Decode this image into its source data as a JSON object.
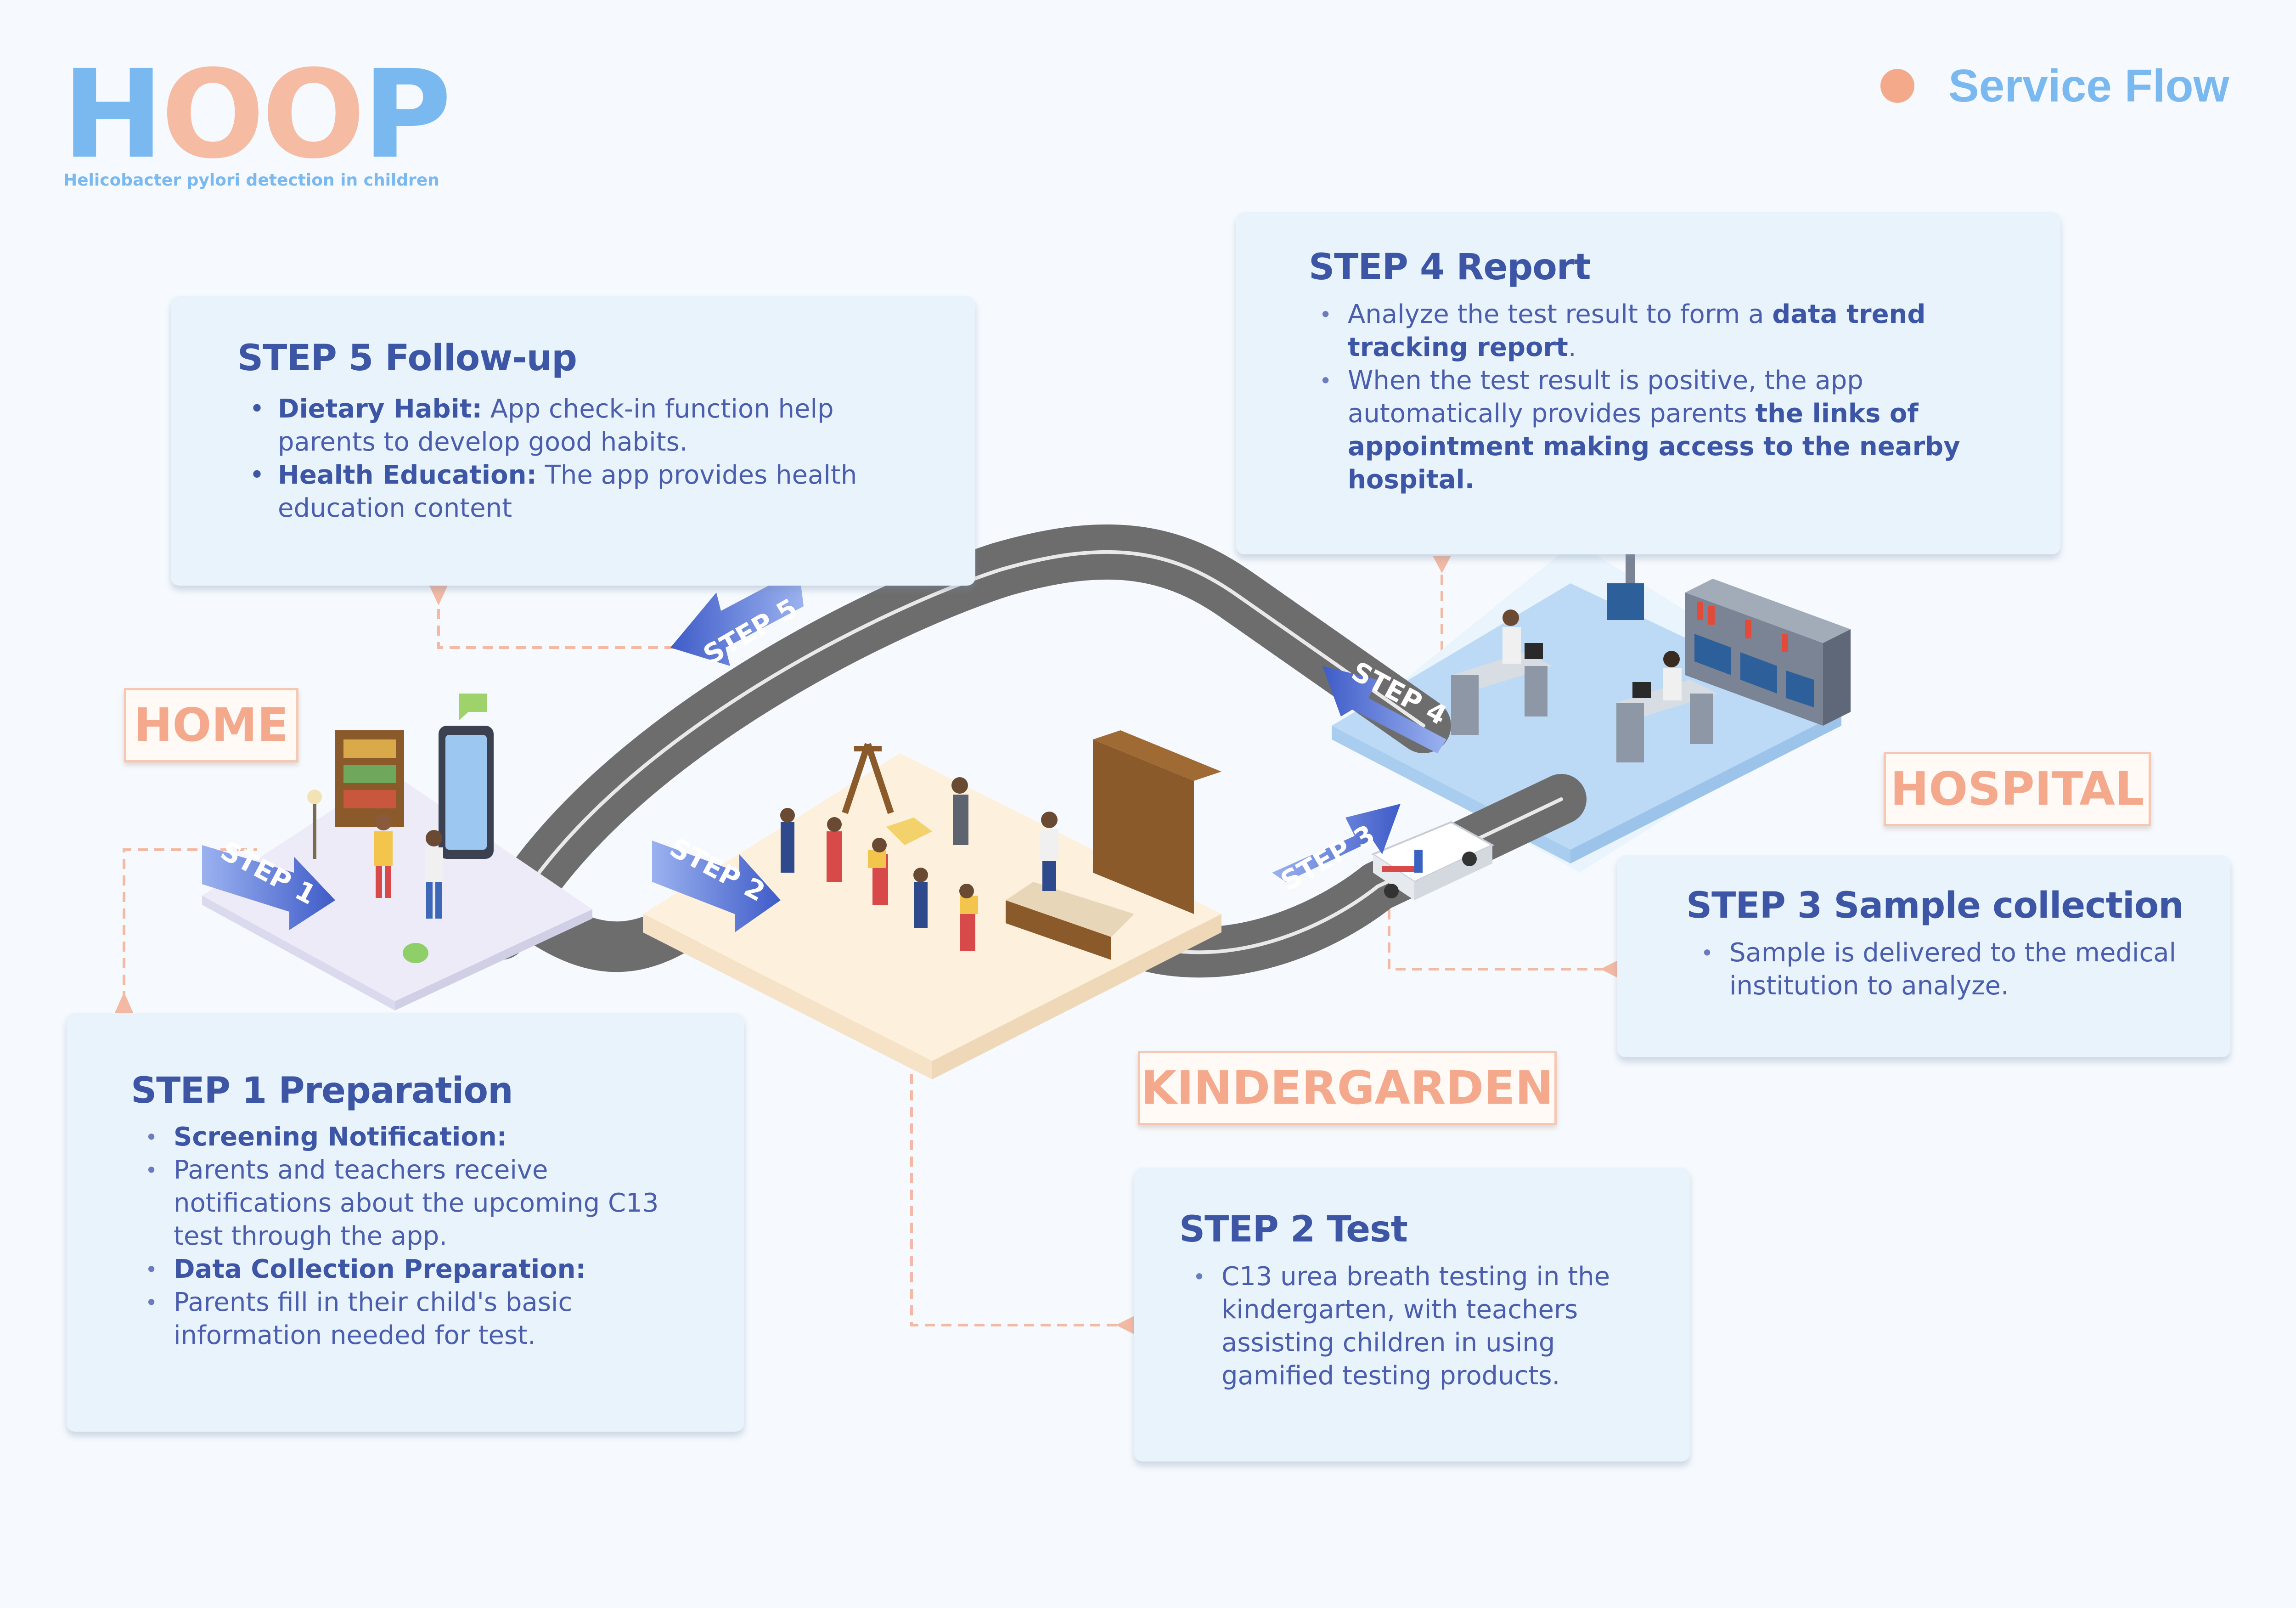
{
  "brand": {
    "logo_part1": "H",
    "logo_part2": "OO",
    "logo_part3": "P",
    "subtitle": "Helicobacter pylori detection in children"
  },
  "header": {
    "label": "Service Flow"
  },
  "locations": {
    "home": "HOME",
    "kindergarden": "KINDERGARDEN",
    "hospital": "HOSPITAL"
  },
  "road_arrows": {
    "step1": "STEP 1",
    "step2": "STEP 2",
    "step3": "STEP 3",
    "step4": "STEP 4",
    "step5": "STEP 5"
  },
  "steps": {
    "step1": {
      "title": "STEP 1 Preparation",
      "item1": "Screening Notification:",
      "item2_lines": [
        "Parents and teachers receive",
        "notifications about the upcoming C13",
        "test through the app."
      ],
      "item3": "Data Collection Preparation:",
      "item4_lines": [
        "Parents fill in their child's basic",
        "information needed for test."
      ]
    },
    "step2": {
      "title": "STEP 2 Test",
      "item1_lines": [
        "C13 urea breath testing in the",
        "kindergarten, with teachers",
        "assisting children in using",
        "gamified testing products."
      ]
    },
    "step3": {
      "title": "STEP 3 Sample collection",
      "item1_lines": [
        "Sample is delivered to the medical",
        "institution to analyze."
      ]
    },
    "step4": {
      "title": "STEP 4 Report",
      "item1_a": "Analyze the test result to form a ",
      "item1_b": "data trend",
      "item1_c": "tracking report",
      "item1_d": ".",
      "item2_a": "When the test result is positive, the app",
      "item2_b": "automatically provides  parents ",
      "item2_c": "the links of",
      "item2_d": "appointment making access to the nearby",
      "item2_e": "hospital."
    },
    "step5": {
      "title": "STEP 5 Follow-up",
      "item1_label": "Dietary Habit:",
      "item1_text": "  App check-in function help",
      "item1_text2": "parents  to develop good habits.",
      "item2_label": "Health Education:",
      "item2_text": " The app provides health",
      "item2_text2": "education content"
    }
  },
  "colors": {
    "title_blue": "#3c55a5",
    "text_blue": "#4b5eae",
    "logo_blue": "#7ab8f0",
    "logo_peach": "#f5bba3",
    "accent_peach": "#f4a98c",
    "card_bg": "#e9f3fc",
    "road": "#7a7a7a",
    "arrow_blue": "#5a74d6"
  }
}
